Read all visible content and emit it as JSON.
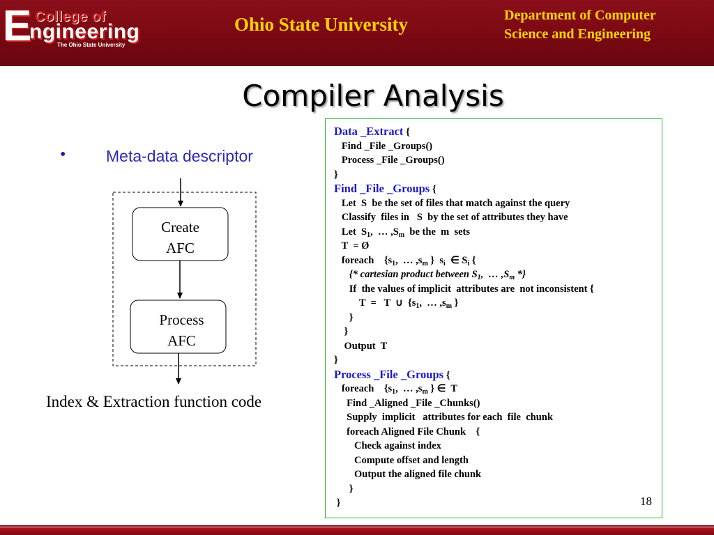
{
  "header": {
    "logo": {
      "college_of": "College of",
      "e": "E",
      "ngineering": "ngineering",
      "osu": "The Ohio State University"
    },
    "university": "Ohio State University",
    "department_line1": "Department of Computer",
    "department_line2": "Science and Engineering"
  },
  "slide": {
    "title": "Compiler Analysis",
    "bullet_symbol": "•",
    "bullet_text": "Meta-data descriptor",
    "diagram": {
      "box1_line1": "Create",
      "box1_line2": "AFC",
      "box2_line1": "Process",
      "box2_line2": "AFC",
      "caption": "Index & Extraction function code"
    },
    "code": {
      "l1_head": "Data _Extract",
      "l1_tail": " {",
      "l2": "   Find _File _Groups()",
      "l3": "   Process _File _Groups()",
      "l4": "}",
      "l5_head": "Find _File _Groups",
      "l5_tail": " {",
      "l6": "   Let  S  be the set of files that match against the query",
      "l7": "   Classify  files in   S  by the set of attributes they have",
      "l8_a": "   Let  S",
      "l8_sub1": "1",
      "l8_b": ",  … ,S",
      "l8_subm": "m",
      "l8_c": "  be the  m  sets",
      "l9": "   T  = Ø",
      "l10_a": "   foreach    {s",
      "l10_sub1": "1",
      "l10_b": ",  … ,s",
      "l10_subm": "m",
      "l10_c": " }  s",
      "l10_subi": "i",
      "l10_d": "  ∈ S",
      "l10_subi2": "i",
      "l10_e": " {",
      "l11_a": "      {* cartesian product between S",
      "l11_sub1": "1",
      "l11_b": ",  … ,S",
      "l11_subm": "m",
      "l11_c": " *}",
      "l12": "      If  the values of implicit  attributes are  not inconsistent {",
      "l13_a": "          T  =   T  ∪  {s",
      "l13_sub1": "1",
      "l13_b": ",  … ,s",
      "l13_subm": "m",
      "l13_c": " }",
      "l14": "      }",
      "l15": "    }",
      "l16": "    Output  T",
      "l17": "}",
      "l18_head": "Process _File _Groups",
      "l18_tail": " {",
      "l19_a": "   foreach    {s",
      "l19_sub1": "1",
      "l19_b": ",  … ,s",
      "l19_subm": "m",
      "l19_c": " } ∈  T",
      "l20": "     Find _Aligned _File _Chunks()",
      "l21": "     Supply  implicit   attributes for each  file  chunk",
      "l22": "     foreach Aligned File Chunk    {",
      "l23": "        Check against index",
      "l24": "        Compute offset and length",
      "l25": "        Output the aligned file chunk",
      "l26": "      }",
      "l27": " }"
    },
    "page_number": "18"
  },
  "colors": {
    "header_bg": "#7a0912",
    "header_text": "#ffd200",
    "bullet_text": "#2a2ab8",
    "code_keyword": "#1a1ac8",
    "code_border": "#2fb52f"
  }
}
